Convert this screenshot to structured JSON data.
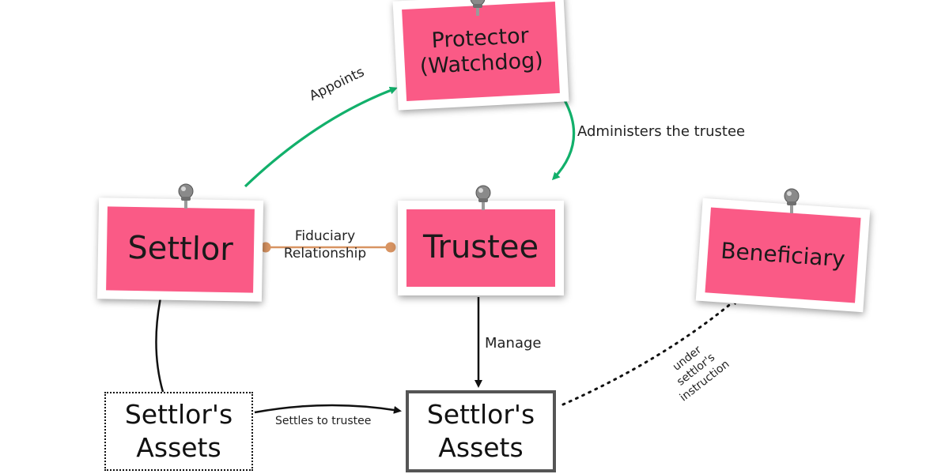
{
  "colors": {
    "note_fill": "#fa5a86",
    "green_arrow": "#12b06b",
    "black_arrow": "#111111",
    "fiduciary_line": "#d89462"
  },
  "nodes": {
    "protector": "Protector (Watchdog)",
    "settlor": "Settlor",
    "trustee": "Trustee",
    "beneficiary": "Beneficiary",
    "settlor_assets_left": "Settlor's Assets",
    "settlor_assets_right": "Settlor's Assets"
  },
  "edges": {
    "appoints": "Appoints",
    "administers": "Administers the trustee",
    "fiduciary": "Fiduciary Relationship",
    "manage": "Manage",
    "settles": "Settles to trustee",
    "instruction": "under settlor's instruction"
  }
}
